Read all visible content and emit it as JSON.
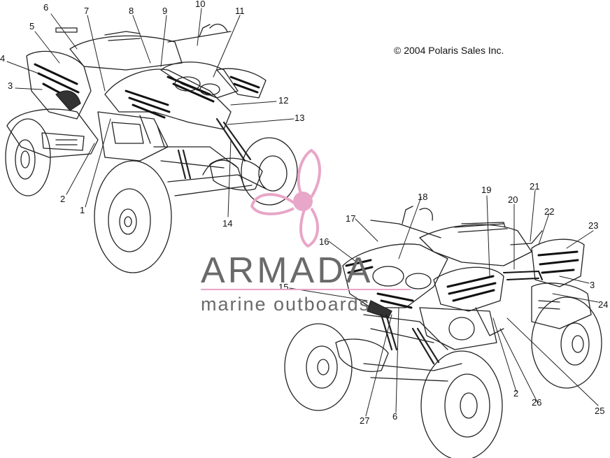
{
  "copyright": "© 2004 Polaris Sales Inc.",
  "watermark": {
    "name": "ARMADA",
    "tagline": "marine outboards",
    "accent_color": "#e8a6c8"
  },
  "callouts": [
    {
      "id": "c-6a",
      "label": "6"
    },
    {
      "id": "c-7",
      "label": "7"
    },
    {
      "id": "c-8",
      "label": "8"
    },
    {
      "id": "c-9",
      "label": "9"
    },
    {
      "id": "c-10",
      "label": "10"
    },
    {
      "id": "c-11",
      "label": "11"
    },
    {
      "id": "c-5",
      "label": "5"
    },
    {
      "id": "c-4",
      "label": "4"
    },
    {
      "id": "c-3a",
      "label": "3"
    },
    {
      "id": "c-12",
      "label": "12"
    },
    {
      "id": "c-13",
      "label": "13"
    },
    {
      "id": "c-2a",
      "label": "2"
    },
    {
      "id": "c-1",
      "label": "1"
    },
    {
      "id": "c-14",
      "label": "14"
    },
    {
      "id": "c-18",
      "label": "18"
    },
    {
      "id": "c-17",
      "label": "17"
    },
    {
      "id": "c-16",
      "label": "16"
    },
    {
      "id": "c-15",
      "label": "15"
    },
    {
      "id": "c-19",
      "label": "19"
    },
    {
      "id": "c-20",
      "label": "20"
    },
    {
      "id": "c-21",
      "label": "21"
    },
    {
      "id": "c-22",
      "label": "22"
    },
    {
      "id": "c-23",
      "label": "23"
    },
    {
      "id": "c-3b",
      "label": "3"
    },
    {
      "id": "c-24",
      "label": "24"
    },
    {
      "id": "c-2b",
      "label": "2"
    },
    {
      "id": "c-26",
      "label": "26"
    },
    {
      "id": "c-25",
      "label": "25"
    },
    {
      "id": "c-27",
      "label": "27"
    },
    {
      "id": "c-6b",
      "label": "6"
    }
  ]
}
